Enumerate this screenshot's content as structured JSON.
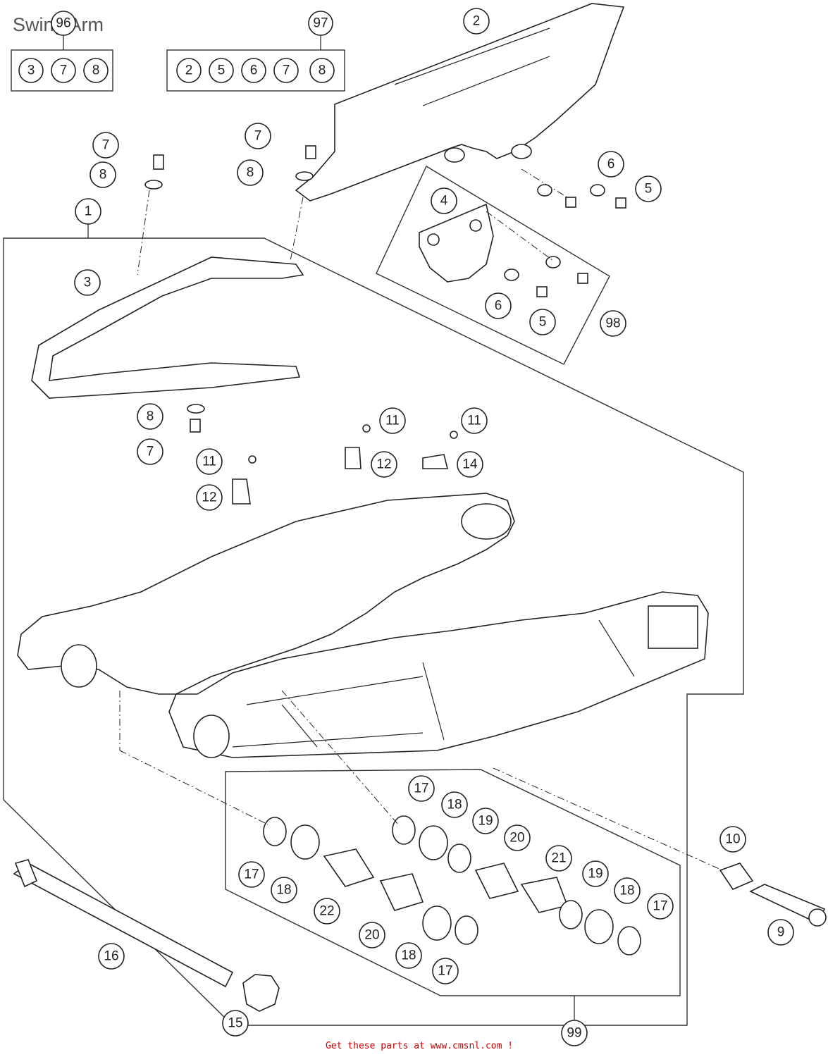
{
  "title": "Swing Arm",
  "footer": "Get these parts at www.cmsnl.com !",
  "kit_96": {
    "label": "96",
    "contents": [
      "3",
      "7",
      "8"
    ]
  },
  "kit_97": {
    "label": "97",
    "contents": [
      "2",
      "5",
      "6",
      "7",
      "8"
    ]
  },
  "callouts": [
    "1",
    "2",
    "3",
    "4",
    "5",
    "5",
    "6",
    "6",
    "7",
    "7",
    "7",
    "8",
    "8",
    "8",
    "9",
    "10",
    "11",
    "11",
    "11",
    "12",
    "12",
    "14",
    "15",
    "16",
    "17",
    "17",
    "17",
    "17",
    "17",
    "18",
    "18",
    "18",
    "18",
    "19",
    "19",
    "20",
    "20",
    "21",
    "22",
    "98",
    "99"
  ]
}
